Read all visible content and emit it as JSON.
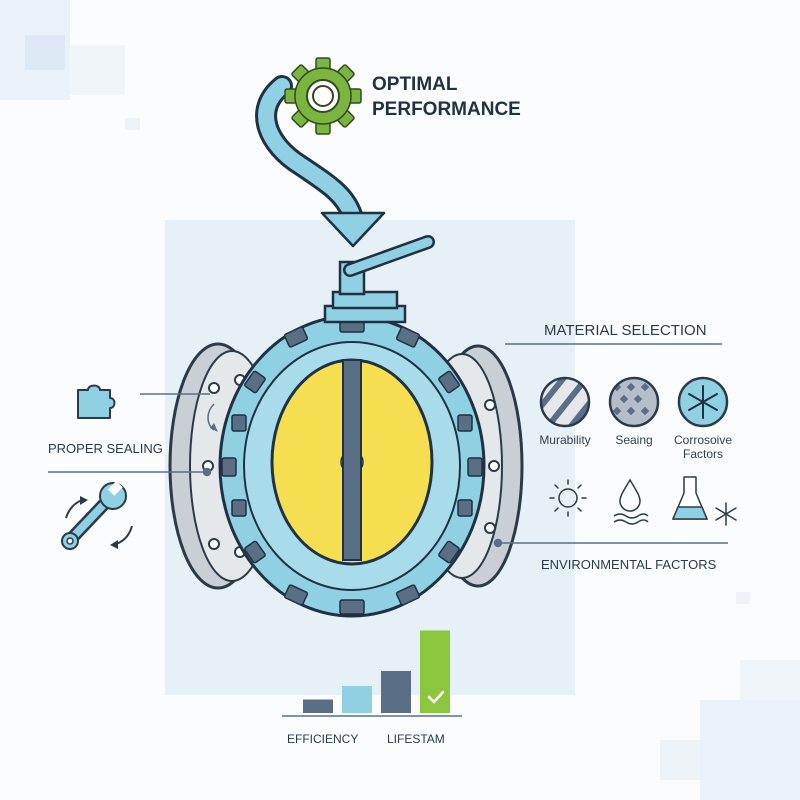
{
  "header": {
    "title_line1": "OPTIMAL",
    "title_line2": "PERFORMANCE"
  },
  "left": {
    "sealing_label": "PROPER SEALING"
  },
  "material": {
    "heading": "MATERIAL SELECTION",
    "items": [
      {
        "label": "Murability",
        "icon": "striped-disc-icon"
      },
      {
        "label": "Seaing",
        "icon": "cross-pattern-disc-icon"
      },
      {
        "label_line1": "Corrosoive",
        "label_line2": "Factors",
        "icon": "snowflake-disc-icon"
      }
    ]
  },
  "environment": {
    "heading": "ENVIRONMENTAL FACTORS",
    "icons": [
      "sun-icon",
      "water-drop-icon",
      "flask-icon",
      "snowflake-icon"
    ]
  },
  "bars": {
    "values": [
      0.09,
      0.18,
      0.28,
      0.55
    ],
    "left_label": "EFFICIENCY",
    "right_label": "LIFESTAM"
  },
  "colors": {
    "accent_blue": "#8fd0e2",
    "dark_navy": "#1f3142",
    "slate": "#5a6f86",
    "disc_yellow": "#f5de4f",
    "gear_green": "#7bb53f",
    "check_green": "#8cc63f"
  }
}
